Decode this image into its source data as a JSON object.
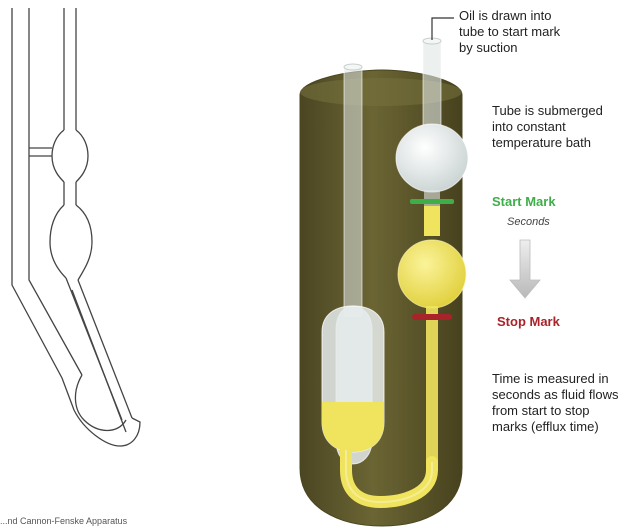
{
  "labels": {
    "oil_drawn": "Oil is drawn into\ntube to start mark\nby suction",
    "submerged": "Tube is submerged\ninto constant\ntemperature bath",
    "start_mark": "Start Mark",
    "seconds": "Seconds",
    "stop_mark": "Stop Mark",
    "time_measured": "Time is measured in\nseconds as fluid flows\nfrom start to stop\nmarks (efflux time)",
    "left_caption": "...nd Cannon-Fenske Apparatus"
  },
  "colors": {
    "bath": "#5f5a2c",
    "bath_edge": "#4a4520",
    "oil": "#f0e35e",
    "glass": "#e4eaea",
    "start_mark": "#3fae49",
    "stop_mark": "#a8232a",
    "line_art": "#444444",
    "arrow": "#c8c8c8"
  }
}
